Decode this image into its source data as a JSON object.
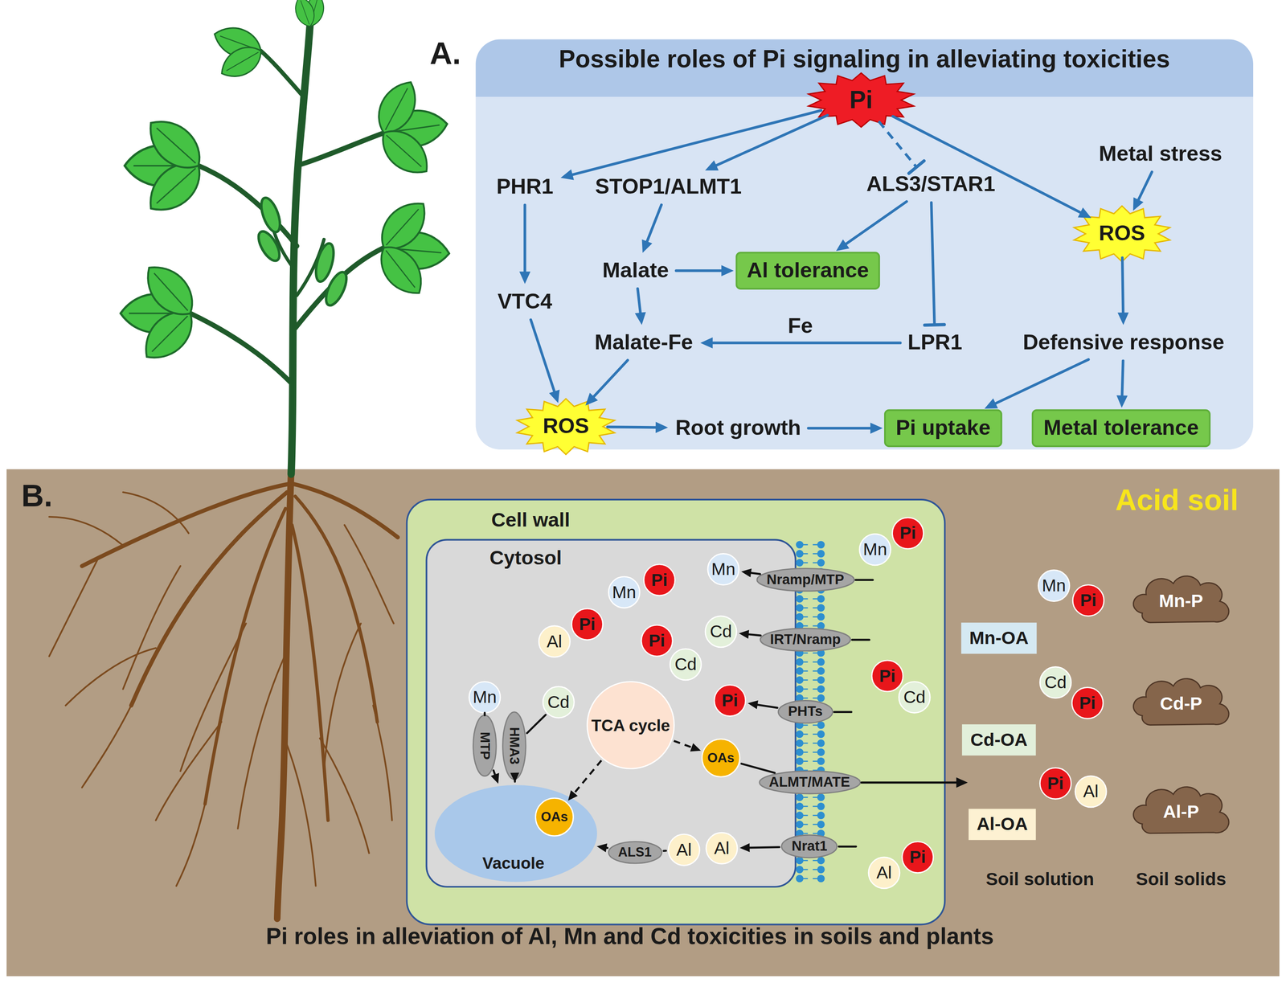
{
  "diagram": {
    "caption": "Pi roles in alleviation of Al, Mn and Cd toxicities in soils and plants",
    "nodes": [
      {
        "text": [
          "Possible roles of Pi signaling in alleviating toxicities"
        ]
      },
      {
        "text": [
          "Pi"
        ],
        "in": 0
      },
      {
        "text": [
          "PHR1"
        ],
        "in": 0
      },
      {
        "text": [
          "STOP1/ALMT1"
        ],
        "in": 0
      },
      {
        "text": [
          "ALS3/STAR1"
        ],
        "in": 0
      },
      {
        "text": [
          "Metal stress"
        ],
        "in": 0
      },
      {
        "text": [
          "ROS"
        ],
        "in": 0
      },
      {
        "text": [
          "Malate"
        ],
        "in": 0
      },
      {
        "text": [
          "Al tolerance"
        ],
        "in": 0
      },
      {
        "text": [
          "VTC4"
        ],
        "in": 0
      },
      {
        "text": [
          "Malate-Fe"
        ],
        "in": 0
      },
      {
        "text": [
          "LPR1"
        ],
        "in": 0
      },
      {
        "text": [
          "Defensive response"
        ],
        "in": 0
      },
      {
        "text": [
          "ROS"
        ],
        "in": 0
      },
      {
        "text": [
          "Root growth"
        ],
        "in": 0
      },
      {
        "text": [
          "Pi uptake"
        ],
        "in": 0
      },
      {
        "text": [
          "Metal tolerance"
        ],
        "in": 0
      },
      {
        "text": [
          "Acid soil"
        ]
      },
      {
        "text": [
          "Cell wall"
        ],
        "in": 17
      },
      {
        "text": [
          "Cytosol"
        ],
        "in": 18
      },
      {
        "text": [
          "Nramp/MTP"
        ],
        "in": 18
      },
      {
        "text": [
          "IRT/Nramp"
        ],
        "in": 18
      },
      {
        "text": [
          "PHTs"
        ],
        "in": 18
      },
      {
        "text": [
          "ALMT/MATE"
        ],
        "in": 18
      },
      {
        "text": [
          "Nrat1"
        ],
        "in": 18
      },
      {
        "text": [
          "Mn"
        ],
        "in": 19
      },
      {
        "text": [
          "Mn"
        ],
        "in": 19
      },
      {
        "text": [
          "Pi"
        ],
        "in": 19
      },
      {
        "text": [
          "Al"
        ],
        "in": 19
      },
      {
        "text": [
          "Pi"
        ],
        "in": 19
      },
      {
        "text": [
          "Pi"
        ],
        "in": 19
      },
      {
        "text": [
          "Cd"
        ],
        "in": 19
      },
      {
        "text": [
          "Cd"
        ],
        "in": 19
      },
      {
        "text": [
          "Pi"
        ],
        "in": 19
      },
      {
        "text": [
          "Mn"
        ],
        "in": 19
      },
      {
        "text": [
          "Cd"
        ],
        "in": 19
      },
      {
        "text": [
          "TCA cycle"
        ],
        "in": 19
      },
      {
        "text": [
          "OAs"
        ],
        "in": 19
      },
      {
        "text": [
          "MTP"
        ],
        "in": 19
      },
      {
        "text": [
          "HMA3"
        ],
        "in": 19
      },
      {
        "text": [
          "Vacuole"
        ],
        "in": 19
      },
      {
        "text": [
          "OAs"
        ],
        "in": 40
      },
      {
        "text": [
          "ALS1"
        ],
        "in": 19
      },
      {
        "text": [
          "Al"
        ],
        "in": 19
      },
      {
        "text": [
          "Al"
        ],
        "in": 19
      },
      {
        "text": [
          "Mn"
        ],
        "in": 18
      },
      {
        "text": [
          "Pi"
        ],
        "in": 18
      },
      {
        "text": [
          "Pi"
        ],
        "in": 18
      },
      {
        "text": [
          "Cd"
        ],
        "in": 18
      },
      {
        "text": [
          "Al"
        ],
        "in": 18
      },
      {
        "text": [
          "Pi"
        ],
        "in": 18
      },
      {
        "text": [
          "Mn"
        ],
        "in": 17
      },
      {
        "text": [
          "Pi"
        ],
        "in": 17
      },
      {
        "text": [
          "Mn-OA"
        ],
        "in": 17
      },
      {
        "text": [
          "Cd"
        ],
        "in": 17
      },
      {
        "text": [
          "Pi"
        ],
        "in": 17
      },
      {
        "text": [
          "Cd-OA"
        ],
        "in": 17
      },
      {
        "text": [
          "Pi"
        ],
        "in": 17
      },
      {
        "text": [
          "Al"
        ],
        "in": 17
      },
      {
        "text": [
          "Al-OA"
        ],
        "in": 17
      },
      {
        "text": [
          "Mn-P"
        ],
        "in": 17
      },
      {
        "text": [
          "Cd-P"
        ],
        "in": 17
      },
      {
        "text": [
          "Al-P"
        ],
        "in": 17
      }
    ],
    "edges": [
      {
        "from": 1,
        "to": 2,
        "arrow": "to"
      },
      {
        "from": 1,
        "to": 3,
        "arrow": "to"
      },
      {
        "from": 1,
        "to": 4,
        "arrow": "to"
      },
      {
        "from": 1,
        "to": 6,
        "arrow": "to"
      },
      {
        "from": 5,
        "to": 6,
        "arrow": "to"
      },
      {
        "from": 2,
        "to": 9,
        "arrow": "to"
      },
      {
        "from": 3,
        "to": 7,
        "arrow": "to"
      },
      {
        "from": 4,
        "to": 8,
        "arrow": "to"
      },
      {
        "from": 4,
        "to": 11,
        "arrow": "to"
      },
      {
        "from": 7,
        "to": 8,
        "arrow": "to"
      },
      {
        "from": 7,
        "to": 10,
        "arrow": "to"
      },
      {
        "from": 11,
        "to": 10,
        "label": "Fe",
        "arrow": "to"
      },
      {
        "from": 9,
        "to": 13,
        "arrow": "to"
      },
      {
        "from": 10,
        "to": 13,
        "arrow": "to"
      },
      {
        "from": 6,
        "to": 12,
        "arrow": "to"
      },
      {
        "from": 13,
        "to": 14,
        "arrow": "to"
      },
      {
        "from": 14,
        "to": 15,
        "arrow": "to"
      },
      {
        "from": 12,
        "to": 15,
        "arrow": "to"
      },
      {
        "from": 12,
        "to": 16,
        "arrow": "to"
      },
      {
        "from": 20,
        "to": 25,
        "arrow": "to"
      },
      {
        "from": 21,
        "to": 32,
        "arrow": "to"
      },
      {
        "from": 22,
        "to": 33,
        "arrow": "to"
      },
      {
        "from": 24,
        "to": 44,
        "arrow": "to"
      },
      {
        "from": 43,
        "to": 42,
        "arrow": "none"
      },
      {
        "from": 42,
        "to": 40,
        "arrow": "to"
      },
      {
        "from": 34,
        "to": 38,
        "arrow": "none"
      },
      {
        "from": 38,
        "to": 40,
        "arrow": "to"
      },
      {
        "from": 35,
        "to": 39,
        "arrow": "none"
      },
      {
        "from": 39,
        "to": 40,
        "arrow": "to"
      },
      {
        "from": 36,
        "to": 37,
        "arrow": "to"
      },
      {
        "from": 36,
        "to": 41,
        "arrow": "to"
      },
      {
        "from": 37,
        "to": 23,
        "arrow": "none"
      }
    ],
    "labels": [
      "A.",
      "B.",
      "Soil solution",
      "Soil solids"
    ]
  }
}
